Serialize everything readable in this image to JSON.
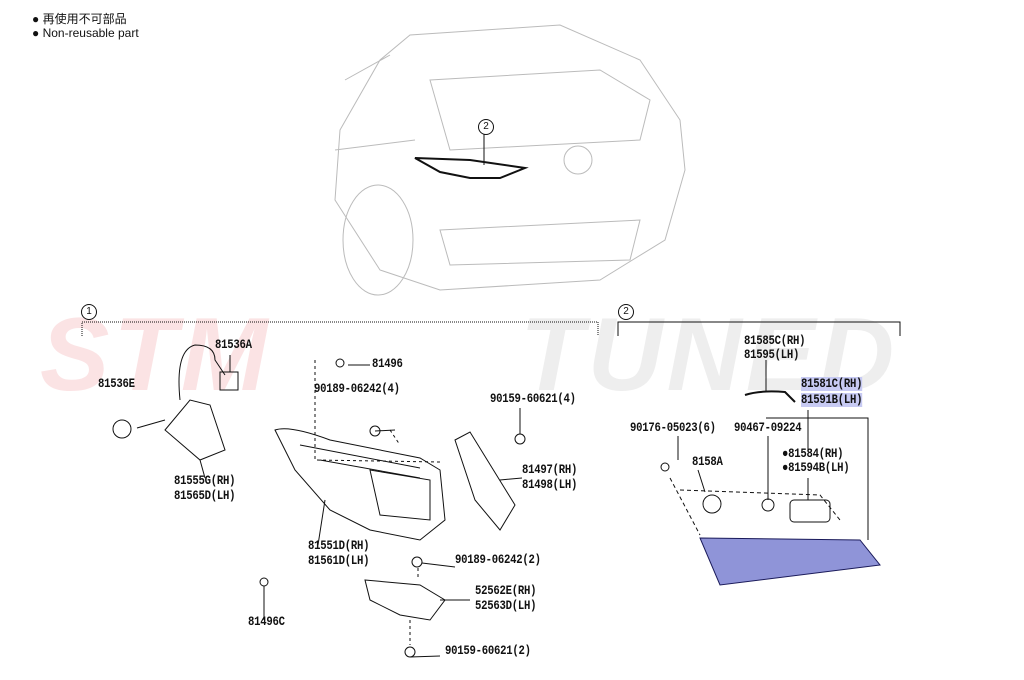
{
  "legend": [
    {
      "bullet": "●",
      "text": "再使用不可部品"
    },
    {
      "bullet": "●",
      "text": "Non-reusable part"
    }
  ],
  "watermark": {
    "part1": "STM",
    "part2": "TUNED",
    "color1": "#e0202a",
    "color2": "#888888"
  },
  "groups": {
    "one": "1",
    "two": "2"
  },
  "labels": {
    "p81536A": "81536A",
    "p81536E": "81536E",
    "p81555G": "81555G(RH)",
    "p81565D": "81565D(LH)",
    "p81496": "81496",
    "p90189_4": "90189-06242(4)",
    "p90159_4": "90159-60621(4)",
    "p81497": "81497(RH)",
    "p81498": "81498(LH)",
    "p81551D": "81551D(RH)",
    "p81561D": "81561D(LH)",
    "p90189_2": "90189-06242(2)",
    "p81496C": "81496C",
    "p52562E": "52562E(RH)",
    "p52563D": "52563D(LH)",
    "p90159_2": "90159-60621(2)",
    "p81585C": "81585C(RH)",
    "p81595": "81595(LH)",
    "p81581C": "81581C(RH)",
    "p81591B": "81591B(LH)",
    "p90176": "90176-05023(6)",
    "p90467": "90467-09224",
    "p8158A": "8158A",
    "p81584": "●81584(RH)",
    "p81594B": "●81594B(LH)"
  },
  "highlight_color": "#c7caf3"
}
